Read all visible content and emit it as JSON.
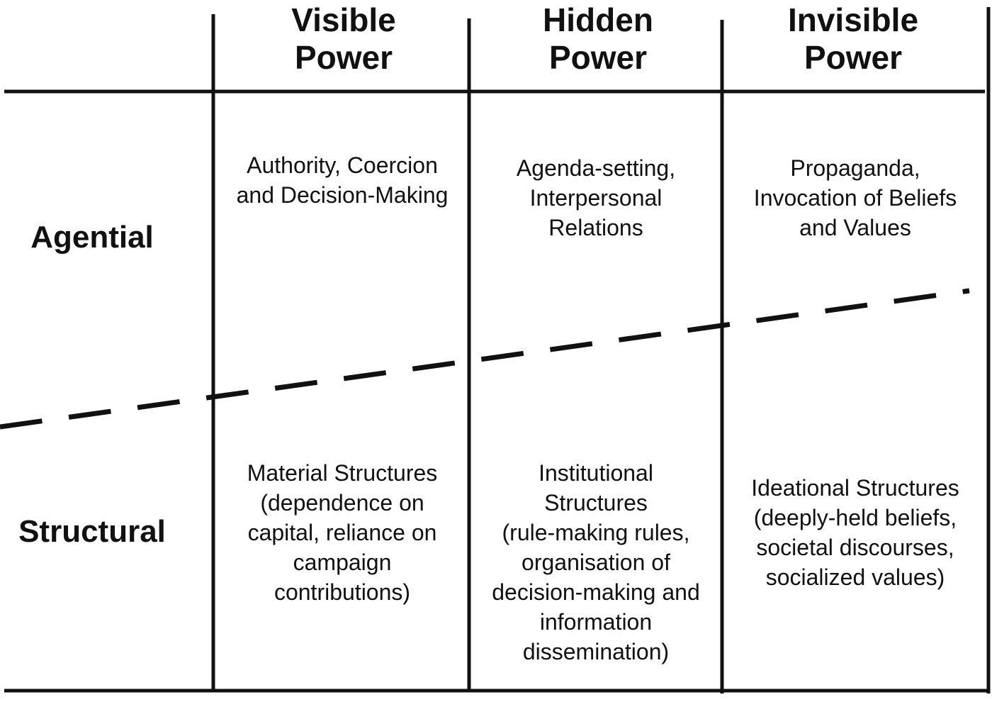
{
  "columns": [
    {
      "label": "Visible\nPower"
    },
    {
      "label": "Hidden\nPower"
    },
    {
      "label": "Invisible\nPower"
    }
  ],
  "rows": [
    {
      "label": "Agential"
    },
    {
      "label": "Structural"
    }
  ],
  "cells": {
    "agential": [
      "Authority, Coercion\nand Decision-Making",
      "Agenda-setting,\nInterpersonal\nRelations",
      "Propaganda,\nInvocation of Beliefs\nand Values"
    ],
    "structural": [
      "Material Structures\n(dependence on\ncapital, reliance on\ncampaign\ncontributions)",
      "Institutional\nStructures\n(rule-making rules,\norganisation of\ndecision-making and\ninformation\ndissemination)",
      "Ideational Structures\n(deeply-held beliefs,\nsocietal discourses,\nsocialized values)"
    ]
  },
  "colors": {
    "line": "#111111",
    "text": "#111111",
    "background": "#ffffff"
  }
}
